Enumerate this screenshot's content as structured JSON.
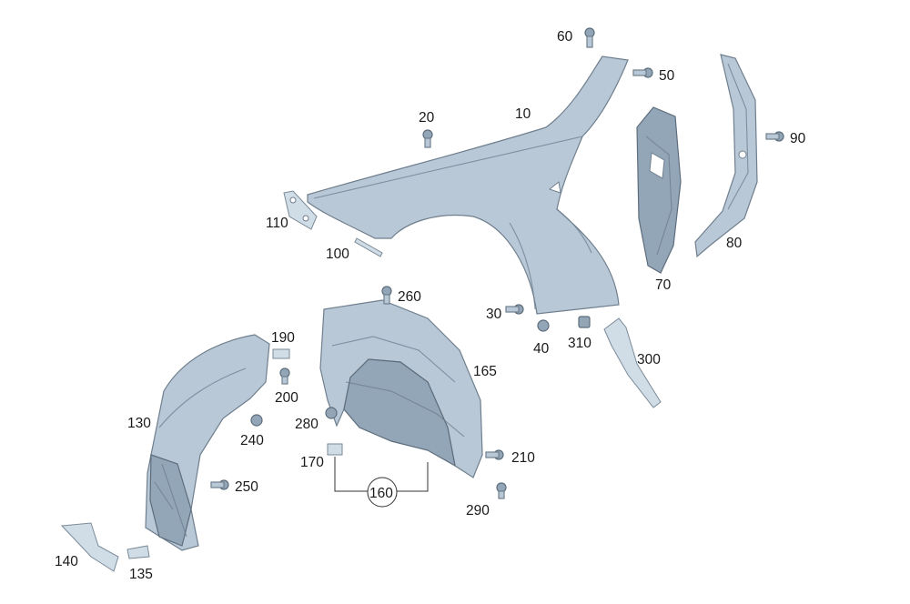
{
  "labels": {
    "p10": "10",
    "p20": "20",
    "p30": "30",
    "p40": "40",
    "p50": "50",
    "p60": "60",
    "p70": "70",
    "p80": "80",
    "p90": "90",
    "p100": "100",
    "p110": "110",
    "p130": "130",
    "p135": "135",
    "p140": "140",
    "p160": "160",
    "p165": "165",
    "p170": "170",
    "p190": "190",
    "p200": "200",
    "p210": "210",
    "p240": "240",
    "p250": "250",
    "p260": "260",
    "p280": "280",
    "p290": "290",
    "p300": "300",
    "p310": "310"
  },
  "colors": {
    "part_fill": "#b9c8d6",
    "part_stroke": "#6f7f8e",
    "background": "#ffffff"
  }
}
